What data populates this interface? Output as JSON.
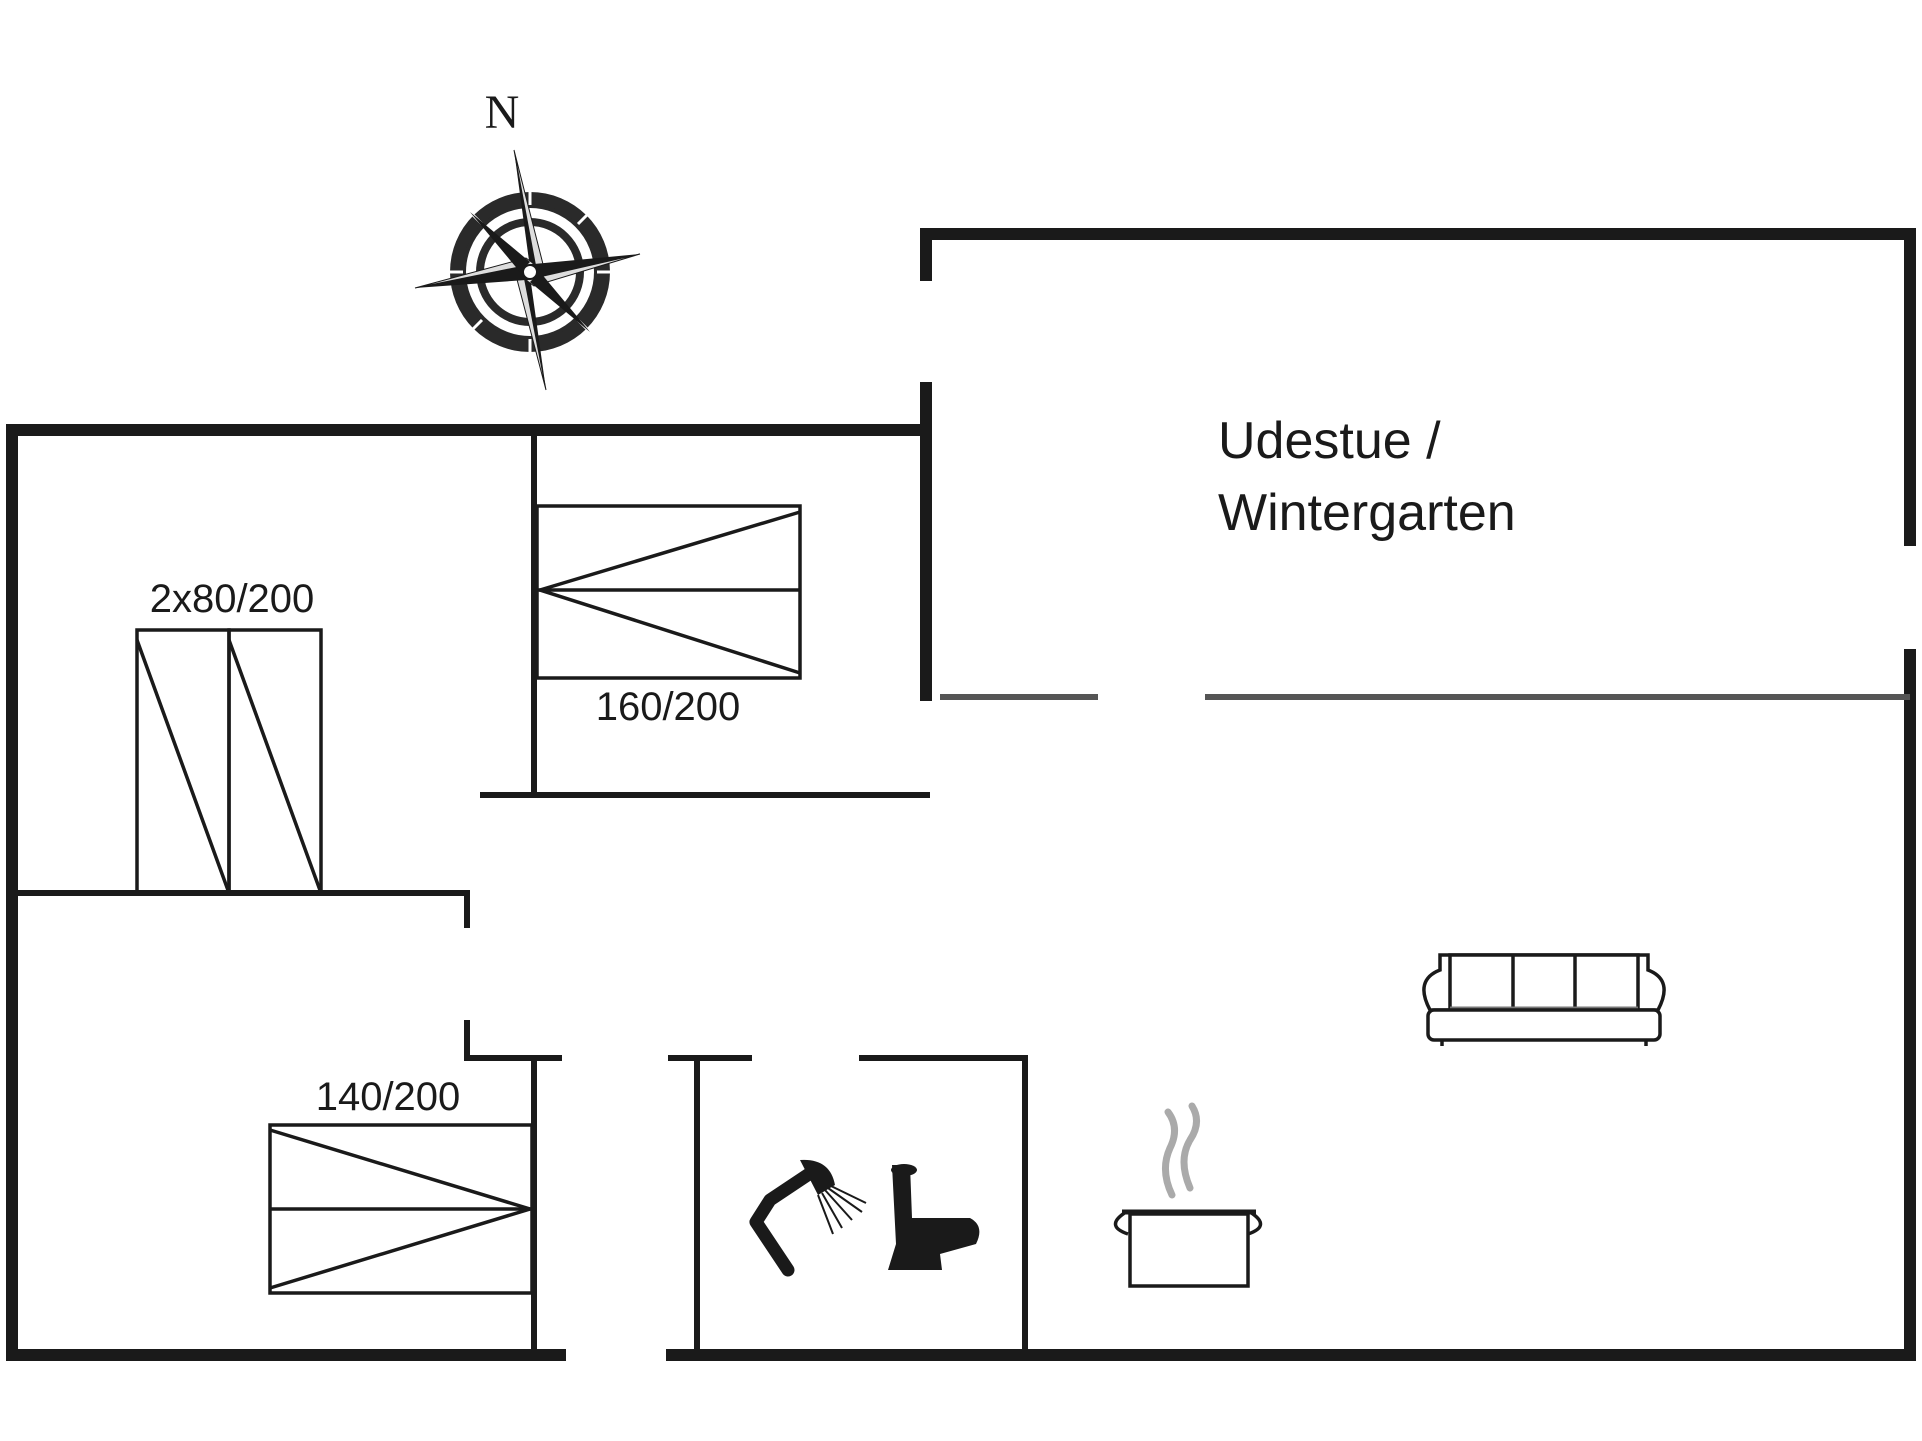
{
  "compass": {
    "label": "N"
  },
  "rooms": {
    "sunroom": {
      "line1": "Udestue /",
      "line2": "Wintergarten"
    }
  },
  "beds": {
    "twin": {
      "label": "2x80/200"
    },
    "double_160": {
      "label": "160/200"
    },
    "double_140": {
      "label": "140/200"
    }
  },
  "icons": {
    "compass": "compass-rose-icon",
    "shower": "shower-icon",
    "toilet": "toilet-icon",
    "sofa": "sofa-icon",
    "cooking_pot": "cooking-pot-icon"
  }
}
